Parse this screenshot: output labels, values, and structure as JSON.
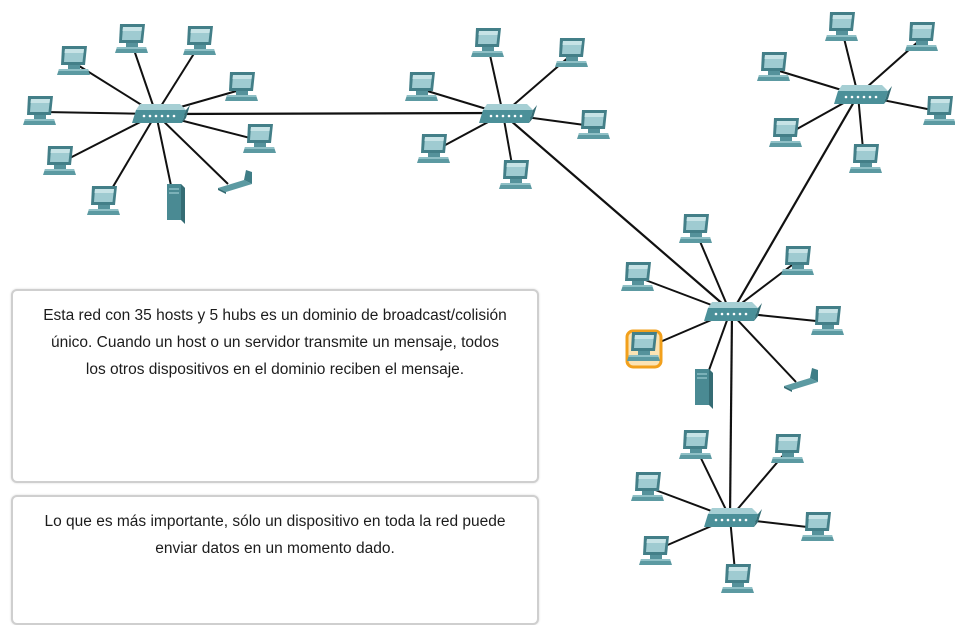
{
  "description_box": {
    "text": "Esta red con 35 hosts y 5 hubs es un dominio de broadcast/colisión único. Cuando un host o un servidor transmite un mensaje, todos los otros dispositivos en el dominio reciben el mensaje."
  },
  "note_box": {
    "text": "Lo que es más importante, sólo un dispositivo en toda la red puede enviar datos en un momento dado."
  },
  "diagram": {
    "device_colors": {
      "hub": "#3f8c94",
      "pc": "#4b8e98",
      "highlight": "#f2a01c",
      "link": "#111111"
    },
    "hubs": [
      {
        "id": "hub-1",
        "devices": [
          "pc",
          "pc",
          "pc",
          "pc",
          "pc",
          "pc",
          "pc",
          "pc",
          "server",
          "laptop"
        ]
      },
      {
        "id": "hub-2",
        "devices": [
          "pc",
          "pc",
          "pc",
          "pc",
          "pc",
          "pc"
        ]
      },
      {
        "id": "hub-3",
        "devices": [
          "pc",
          "pc",
          "pc",
          "pc",
          "pc",
          "pc"
        ]
      },
      {
        "id": "hub-4",
        "devices": [
          "pc",
          "pc",
          "pc",
          "pc",
          "pc-highlighted",
          "server",
          "laptop"
        ]
      },
      {
        "id": "hub-5",
        "devices": [
          "pc",
          "pc",
          "pc",
          "pc",
          "pc",
          "pc"
        ]
      }
    ],
    "highlighted_device": "transmitting host on hub-4"
  }
}
